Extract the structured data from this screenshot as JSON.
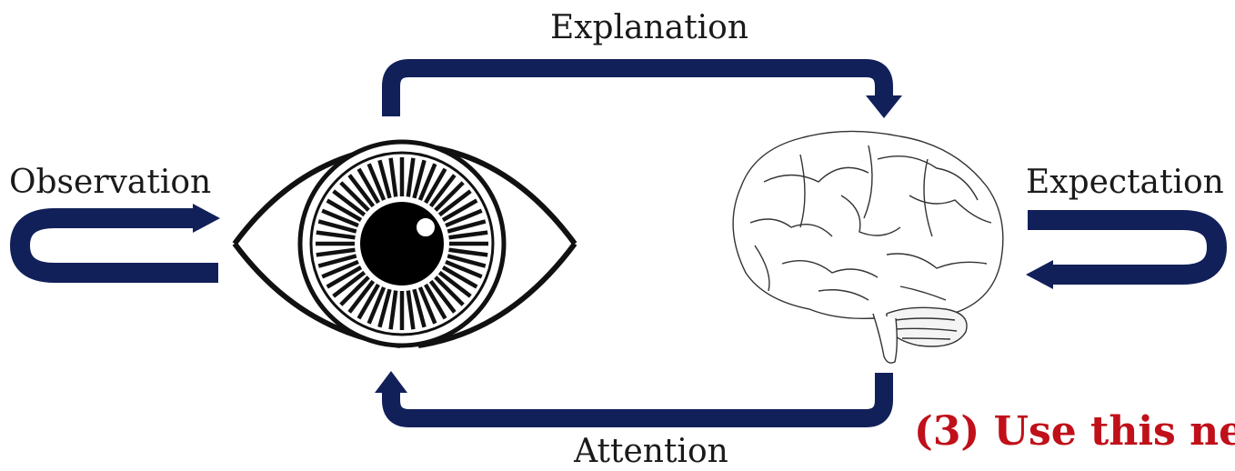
{
  "labels": {
    "explanation": "Explanation",
    "observation": "Observation",
    "expectation": "Expectation",
    "attention": "Attention"
  },
  "footnote": "(3) Use this ne",
  "icons": {
    "eye": "eye-icon",
    "brain": "brain-icon"
  },
  "colors": {
    "arrow": "#12205a",
    "ink": "#111111",
    "note": "#c0101a"
  }
}
